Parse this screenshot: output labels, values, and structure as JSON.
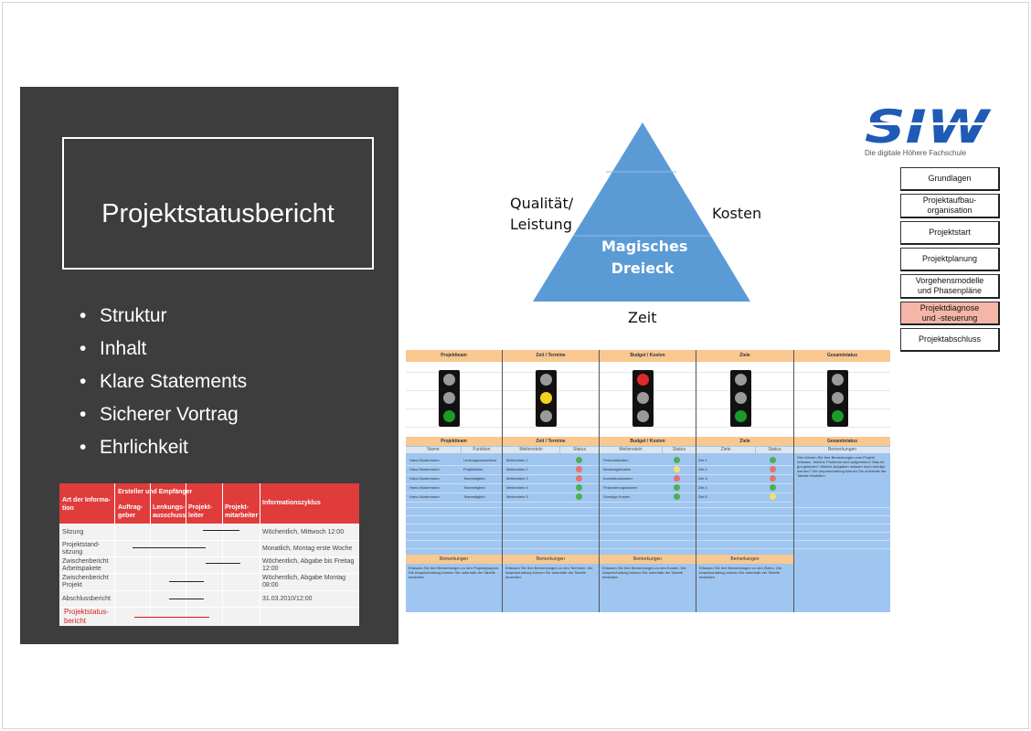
{
  "slide": {
    "title": "Projektstatusbericht",
    "bullets": [
      "Struktur",
      "Inhalt",
      "Klare Statements",
      "Sicherer Vortrag",
      "Ehrlichkeit"
    ]
  },
  "triangle": {
    "left_label_1": "Qualität/",
    "left_label_2": "Leistung",
    "right_label": "Kosten",
    "bottom_label": "Zeit",
    "center_label_1": "Magisches",
    "center_label_2": "Dreieck",
    "fill_color": "#5b9bd5"
  },
  "logo": {
    "name": "SIW",
    "subtitle": "Die digitale Höhere Fachschule",
    "color": "#1f5bb5"
  },
  "nav": [
    "Grundlagen",
    "Projektaufbau-\norganisation",
    "Projektstart",
    "Projektplanung",
    "Vorgehensmodelle\nund Phasenpläne",
    "Projektdiagnose\nund -steuerung",
    "Projektabschluss"
  ],
  "nav_active_index": 5,
  "report_table": {
    "col_header_1": "Art der Informa-tion",
    "group_header": "Ersteller und Empfänger",
    "sub_headers": [
      "Auftrag-geber",
      "Lenkungs-ausschuss",
      "Projekt-leiter",
      "Projekt-mitarbeiter"
    ],
    "info_header": "Informationszyklus",
    "rows": [
      {
        "label": "Sitzung",
        "info": "Wöchentlich, Mittwoch 12:00"
      },
      {
        "label": "Projektstand-sitzung",
        "info": "Monatlich, Montag erste Woche"
      },
      {
        "label": "Zwischenbericht Arbeitspakete",
        "info": "Wöchentlich, Abgabe bis Freitag 12:00"
      },
      {
        "label": "Zwischenbericht Projekt",
        "info": "Wöchentlich, Abgabe Montag 08:00"
      },
      {
        "label": "Abschlussbericht",
        "info": "31.03.2010/12:00"
      }
    ],
    "highlight_label": "Projektstatus-bericht",
    "highlight_color": "#d32020"
  },
  "dashboard": {
    "headers": [
      "Projektteam",
      "Zeit / Termine",
      "Budget / Kosten",
      "Ziele",
      "Gesamtstatus"
    ],
    "lights": [
      [
        "gray",
        "gray",
        "green"
      ],
      [
        "gray",
        "yellow",
        "gray"
      ],
      [
        "red",
        "gray",
        "gray"
      ],
      [
        "gray",
        "gray",
        "green"
      ],
      [
        "gray",
        "gray",
        "green"
      ]
    ],
    "sub_headers": [
      "Projektteam",
      "Zeit / Termine",
      "Budget / Kosten",
      "Ziele",
      "Gesamtstatus"
    ],
    "col_labels": [
      "Name",
      "Funktion",
      "Meilenstein",
      "Status",
      "Meilenstein",
      "Status",
      "Ziele",
      "Status",
      "Bemerkungen"
    ],
    "rows": [
      [
        "Hans Mustermann",
        "Lenkungsausschuss",
        "Meilenstein 1",
        "Personalkosten",
        "Ziel 1"
      ],
      [
        "Hans Mustermann",
        "Projektleiter",
        "Meilenstein 2",
        "Beratungskosten",
        "Ziel 2"
      ],
      [
        "Hans Mustermann",
        "Teammitglied",
        "Meilenstein 3",
        "Investitionskosten",
        "Ziel 3"
      ],
      [
        "Hans Mustermann",
        "Teammitglied",
        "Meilenstein 4",
        "Finanzierungskosten",
        "Ziel 4"
      ],
      [
        "Hans Mustermann",
        "Teammitglied",
        "Meilenstein 5",
        "Sonstige Kosten",
        "Ziel 5"
      ]
    ],
    "status_colors": [
      [
        "#4caf50",
        "#4caf50",
        "#4caf50"
      ],
      [
        "#e57373",
        "#f4e06b",
        "#e57373"
      ],
      [
        "#e57373",
        "#e57373",
        "#e57373"
      ],
      [
        "#4caf50",
        "#4caf50",
        "#4caf50"
      ],
      [
        "#4caf50",
        "#4caf50",
        "#f4e06b"
      ]
    ],
    "gesamt_note": "Hier können Sie Ihre Bemerkungen zum Projekt erfassen. Welche Probleme sind aufgetreten? Was ist gut gelaufen? Welche Aufgaben müssen noch erledigt werden? Die Ampelschaltung können Sie unterhalb der Tabelle einstellen.",
    "bemerkungen_label": "Bemerkungen",
    "notes": [
      "Erfassen Sie Ihre Bemerkungen zu den Projektgruppen. Die Ampelschaltung können Sie unterhalb der Tabelle einstellen.",
      "Erfassen Sie Ihre Bemerkungen zu den Terminen. Die Ampelschaltung können Sie unterhalb der Tabelle einstellen.",
      "Erfassen Sie Ihre Bemerkungen zu den Kosten. Die Ampelschaltung können Sie unterhalb der Tabelle einstellen.",
      "Erfassen Sie Ihre Bemerkungen zu den Zielen. Die Ampelschaltung können Sie unterhalb der Tabelle einstellen."
    ]
  }
}
